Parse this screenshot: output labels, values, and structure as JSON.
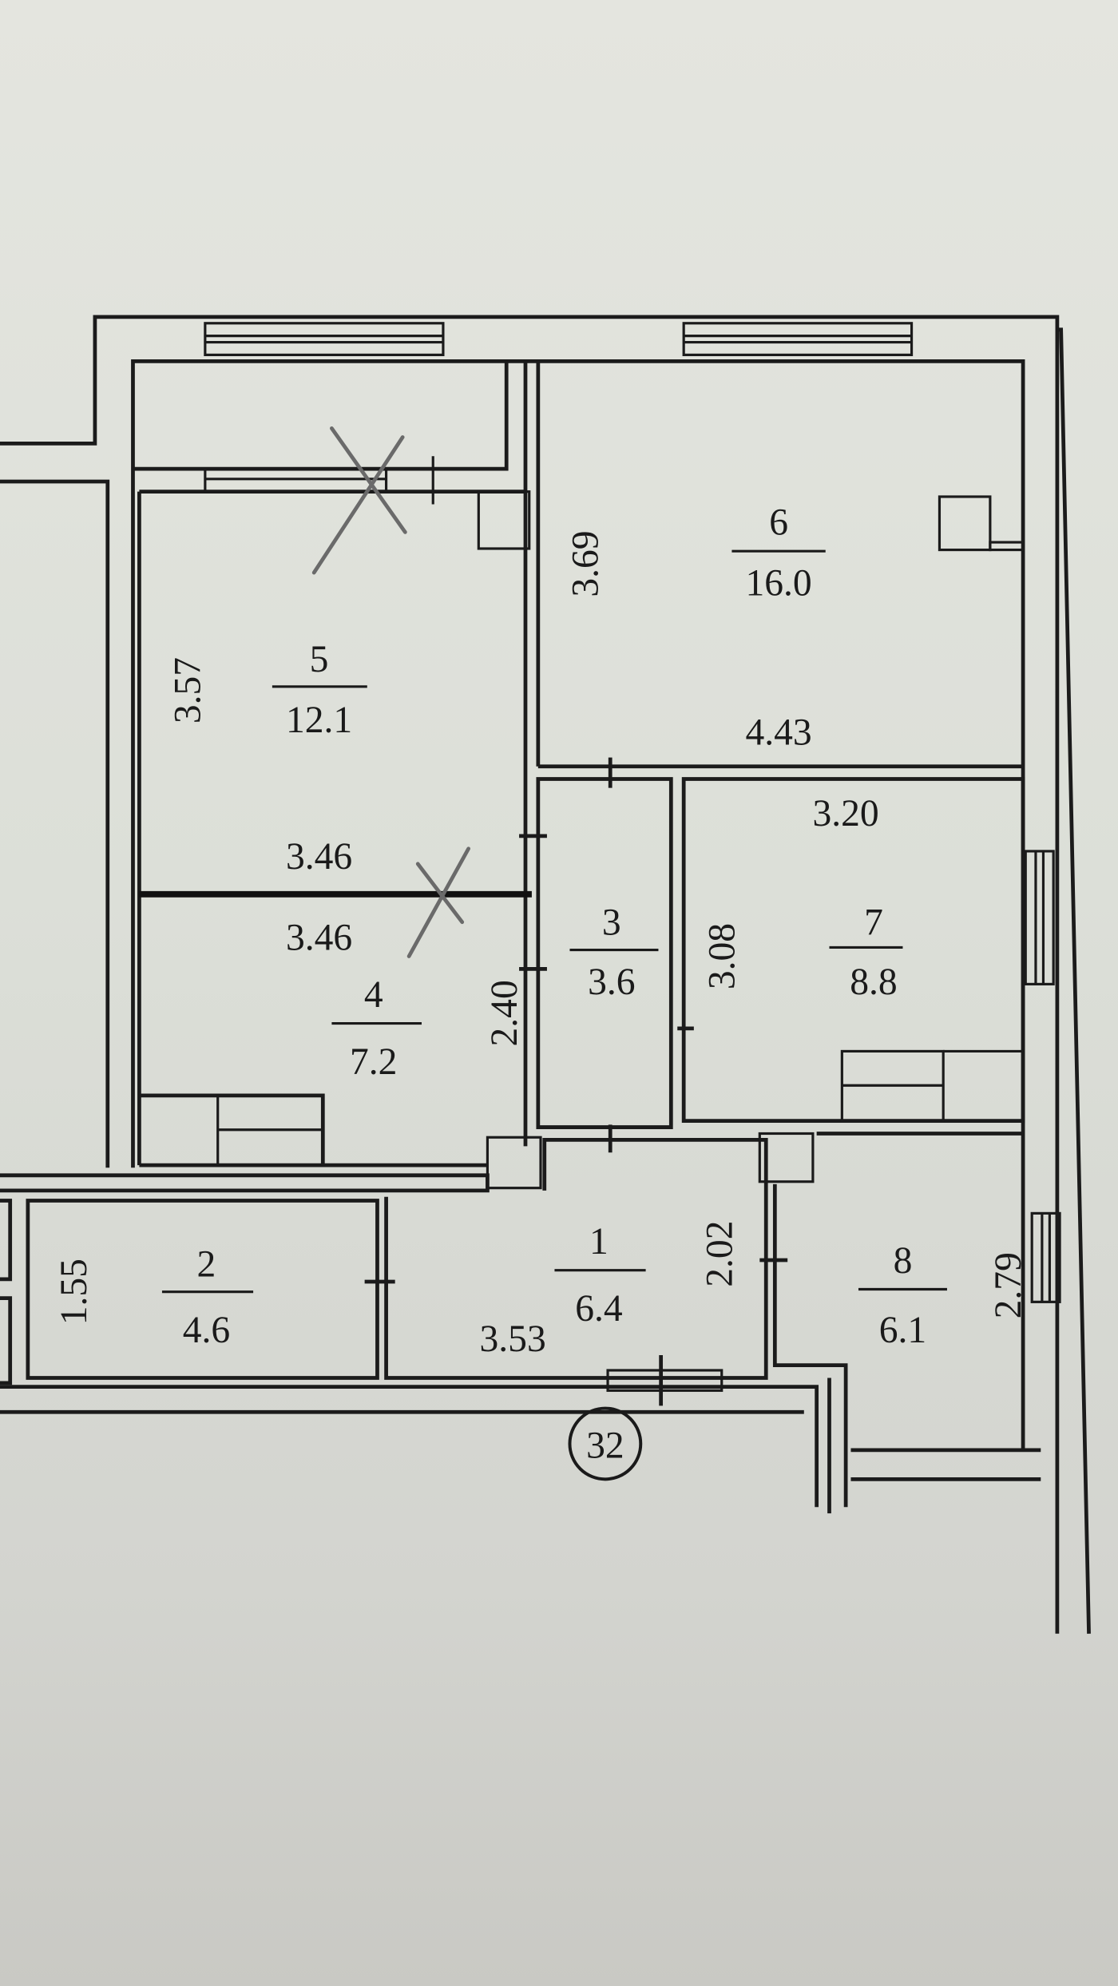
{
  "rooms": [
    {
      "number": "1",
      "area": "6.4"
    },
    {
      "number": "2",
      "area": "4.6"
    },
    {
      "number": "3",
      "area": "3.6"
    },
    {
      "number": "4",
      "area": "7.2"
    },
    {
      "number": "5",
      "area": "12.1"
    },
    {
      "number": "6",
      "area": "16.0"
    },
    {
      "number": "7",
      "area": "8.8"
    },
    {
      "number": "8",
      "area": "6.1"
    }
  ],
  "dimensions": {
    "room5_height": "3.57",
    "room5_width": "3.46",
    "room4_width": "3.46",
    "room4_height": "2.40",
    "room6_height": "3.69",
    "room6_width": "4.43",
    "room7_width": "3.20",
    "room7_height": "3.08",
    "room1_height": "2.02",
    "room1_width": "3.53",
    "room2_height": "1.55",
    "room8_height": "2.79"
  },
  "apartment_number": "32"
}
